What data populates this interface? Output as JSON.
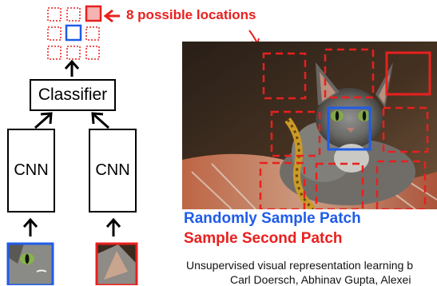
{
  "annotation": {
    "text": "8 possible locations"
  },
  "classifier": {
    "label": "Classifier"
  },
  "cnn_left": {
    "label": "CNN"
  },
  "cnn_right": {
    "label": "CNN"
  },
  "captions": {
    "first": "Randomly Sample Patch",
    "second": "Sample Second Patch"
  },
  "citation": {
    "line1": "Unsupervised visual representation learning b",
    "line2": "Carl Doersch, Abhinav Gupta, Alexei"
  },
  "colors": {
    "red": "#e8201e",
    "blue": "#1f5ce8",
    "black": "#000000"
  }
}
